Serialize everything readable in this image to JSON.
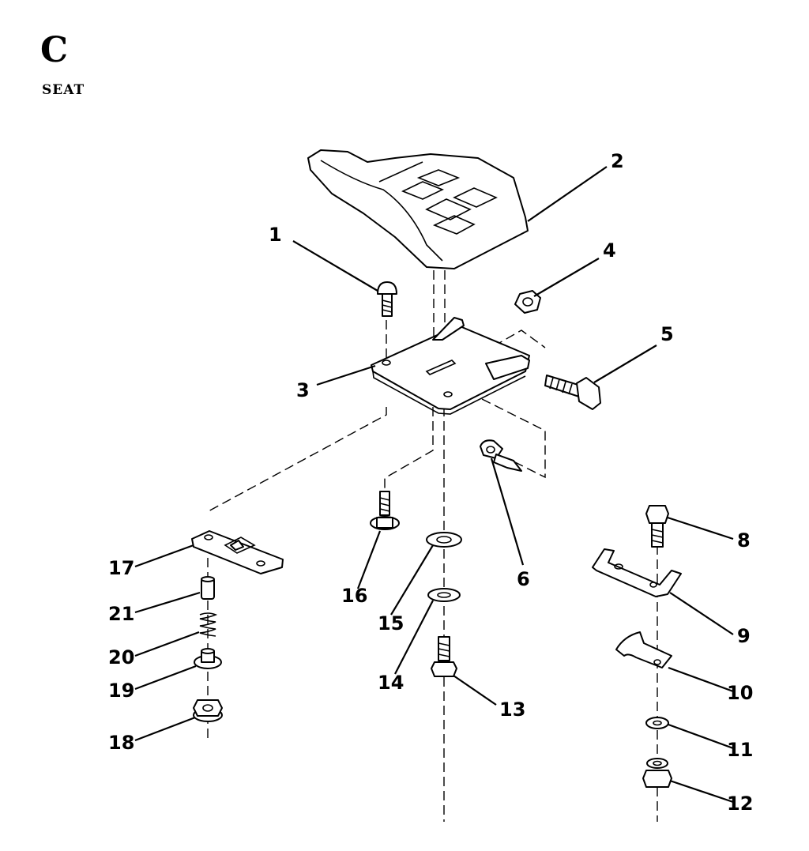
{
  "section": {
    "letter": "C",
    "title": "SEAT"
  },
  "callouts": [
    "1",
    "2",
    "3",
    "4",
    "5",
    "6",
    "8",
    "9",
    "10",
    "11",
    "12",
    "13",
    "14",
    "15",
    "16",
    "17",
    "18",
    "19",
    "20",
    "21"
  ]
}
